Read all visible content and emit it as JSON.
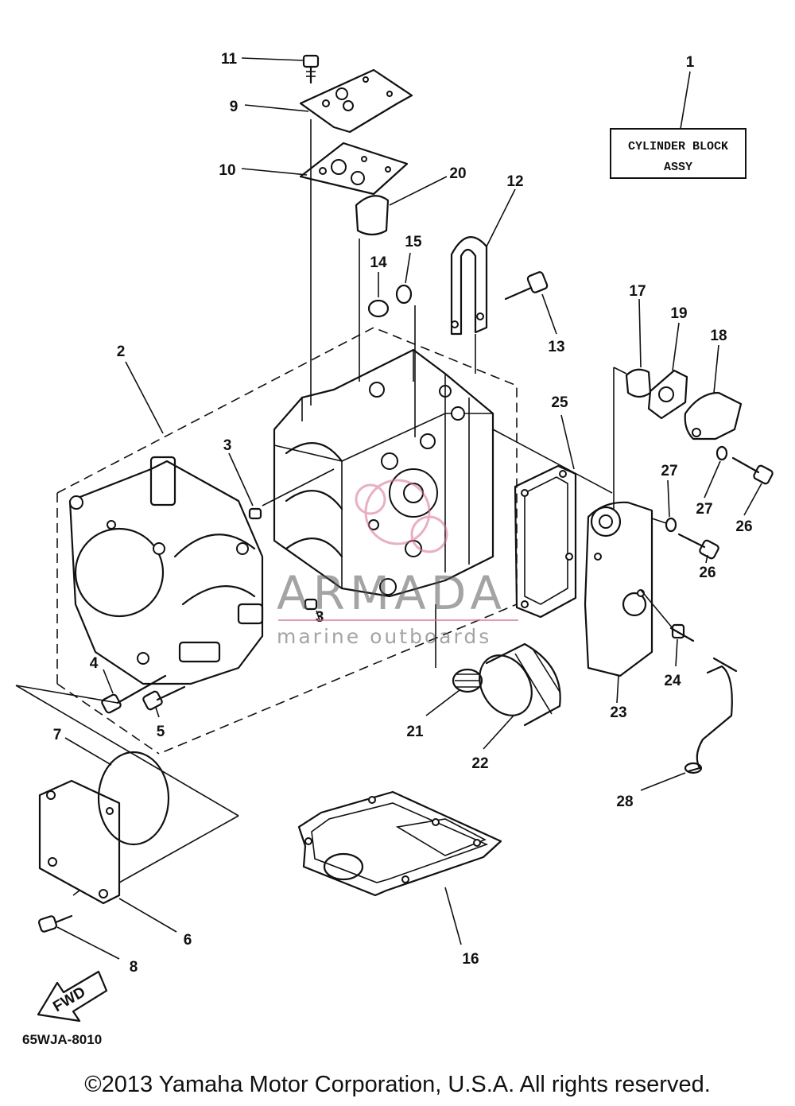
{
  "callouts": {
    "c1": "1",
    "c2": "2",
    "c3a": "3",
    "c3b": "3",
    "c4": "4",
    "c5": "5",
    "c6": "6",
    "c7": "7",
    "c8": "8",
    "c9": "9",
    "c10": "10",
    "c11": "11",
    "c12": "12",
    "c13": "13",
    "c14": "14",
    "c15": "15",
    "c16": "16",
    "c17": "17",
    "c18": "18",
    "c19": "19",
    "c20": "20",
    "c21": "21",
    "c22": "22",
    "c23": "23",
    "c24": "24",
    "c25": "25",
    "c26a": "26",
    "c26b": "26",
    "c27a": "27",
    "c27b": "27",
    "c28": "28"
  },
  "assy_box": {
    "line1": "CYLINDER BLOCK",
    "line2": "ASSY"
  },
  "fwd_label": "FWD",
  "drawing_code": "65WJA-8010",
  "watermark": {
    "name": "ARMADA",
    "sub": "marine outboards"
  },
  "copyright": "©2013 Yamaha Motor Corporation, U.S.A. All rights reserved.",
  "colors": {
    "line": "#111111",
    "watermark_accent": "#d66e96",
    "watermark_text": "#5a5a5a"
  }
}
